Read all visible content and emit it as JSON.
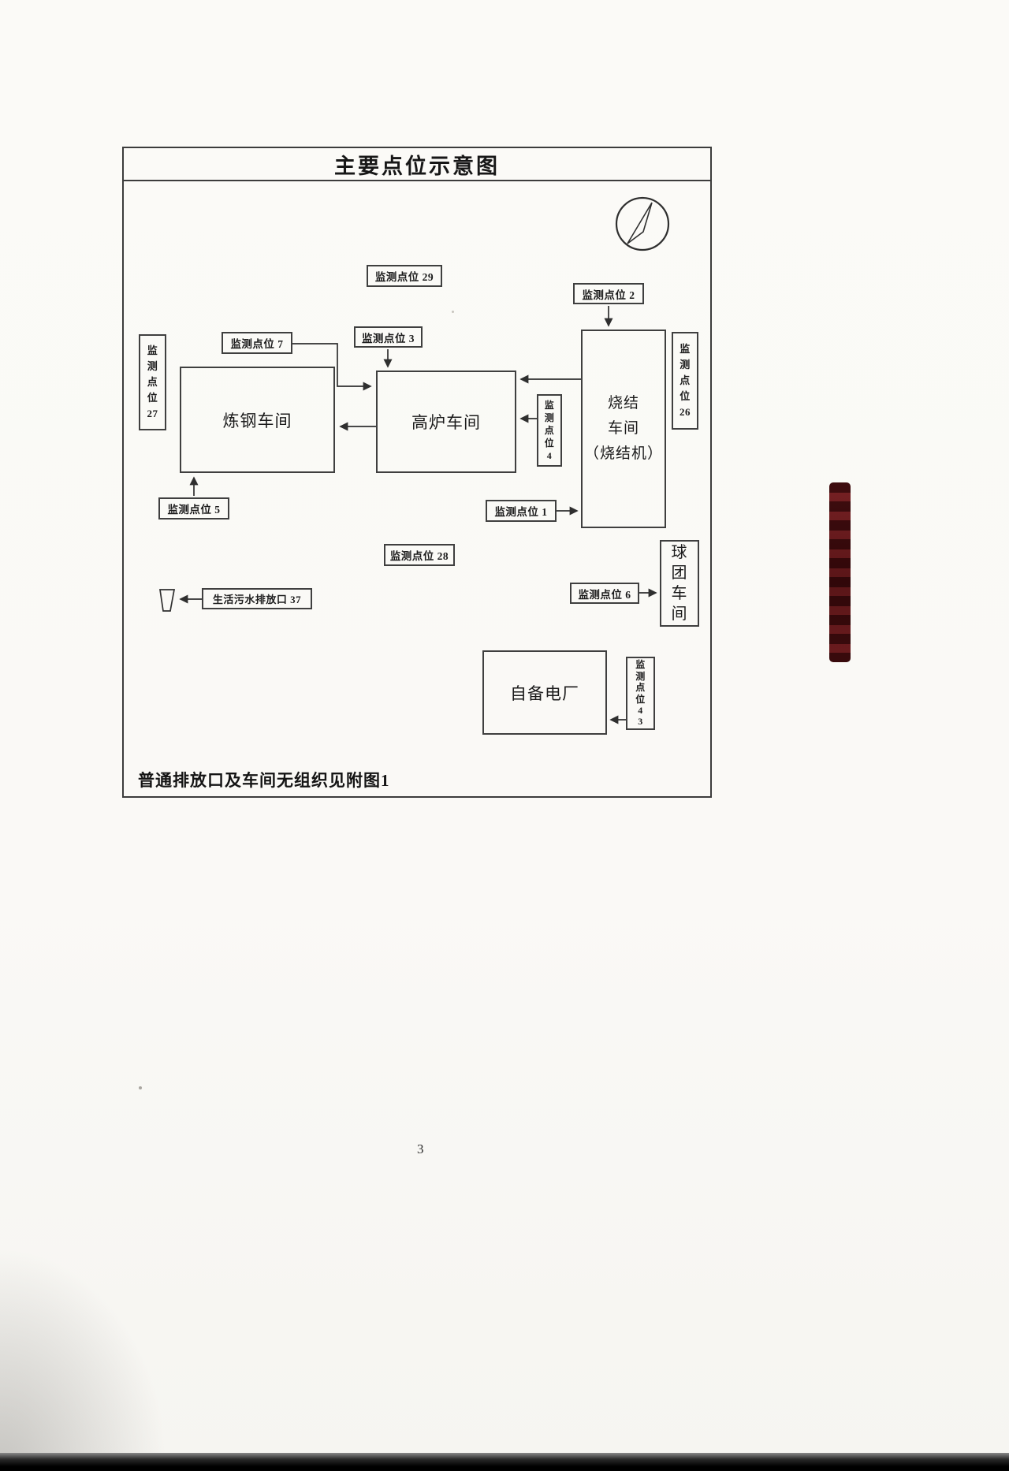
{
  "diagram": {
    "title": "主要点位示意图",
    "footer_note": "普通排放口及车间无组织见附图1"
  },
  "buildings": {
    "steelmaking": "炼钢车间",
    "blast_furnace": "高炉车间",
    "sintering": "烧结\n车间\n（烧结机）",
    "pelletizing": "球\n团\n车\n间",
    "power_plant": "自备电厂"
  },
  "monitoring_points": {
    "p29": "监测点位 29",
    "p2": "监测点位 2",
    "p7": "监测点位 7",
    "p3": "监测点位 3",
    "p27": "监\n测\n点\n位\n27",
    "p26": "监\n测\n点\n位\n26",
    "p4": "监\n测\n点\n位\n4",
    "p5": "监测点位 5",
    "p1": "监测点位 1",
    "p28": "监测点位 28",
    "p6": "监测点位 6",
    "p43": "监\n测\n点\n位\n4\n3",
    "sewage_outfall": "生活污水排放口 37"
  },
  "page": {
    "number": "3"
  }
}
